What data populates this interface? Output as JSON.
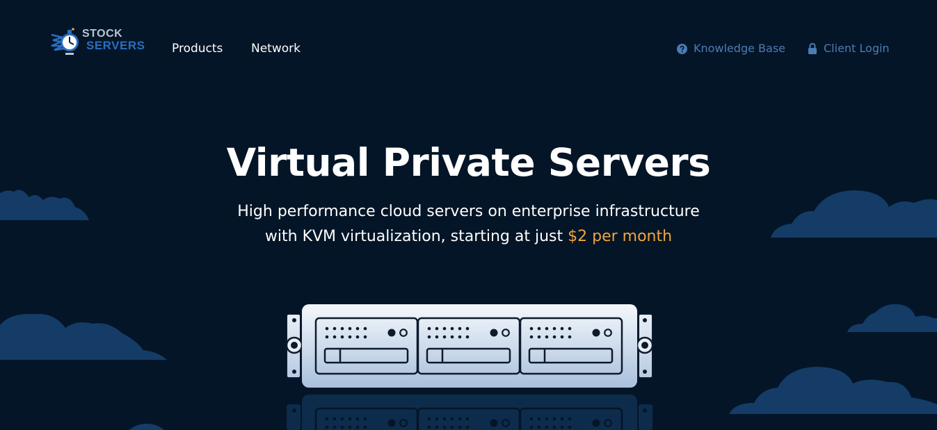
{
  "brand": {
    "line1": "STOCK",
    "line2": "SERVERS",
    "logo_icon": "stopwatch-icon",
    "colors": {
      "line1": "#b9c6d6",
      "line2": "#2a6ec2"
    }
  },
  "nav": {
    "products": "Products",
    "network": "Network",
    "knowledge_base": {
      "label": "Knowledge Base",
      "icon": "question-circle-icon"
    },
    "client_login": {
      "label": "Client Login",
      "icon": "lock-icon"
    }
  },
  "hero": {
    "title": "Virtual Private Servers",
    "subtitle_line1": "High performance cloud servers on enterprise infrastructure",
    "subtitle_line2_prefix": "with KVM virtualization, starting at just ",
    "subtitle_price": "$2 per month"
  },
  "colors": {
    "background": "#041527",
    "cloud": "#143c66",
    "accent_price": "#f2a53b",
    "nav_right": "#4c7cb4"
  }
}
